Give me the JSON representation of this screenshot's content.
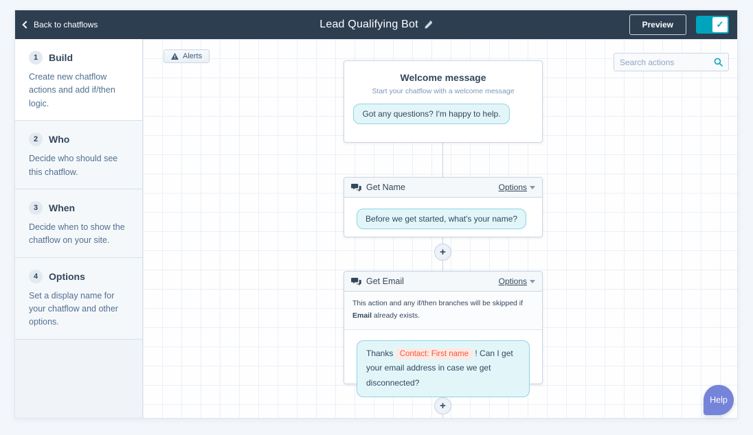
{
  "header": {
    "back_label": "Back to chatflows",
    "title": "Lead Qualifying Bot",
    "preview_label": "Preview",
    "toggle_state": "on"
  },
  "sidebar": {
    "steps": [
      {
        "number": "1",
        "title": "Build",
        "description": "Create new chatflow actions and add if/then logic."
      },
      {
        "number": "2",
        "title": "Who",
        "description": "Decide who should see this chatflow."
      },
      {
        "number": "3",
        "title": "When",
        "description": "Decide when to show the chatflow on your site."
      },
      {
        "number": "4",
        "title": "Options",
        "description": "Set a display name for your chatflow and other options."
      }
    ]
  },
  "canvas": {
    "alerts_label": "Alerts",
    "search_placeholder": "Search actions",
    "welcome_card": {
      "title": "Welcome message",
      "subtitle": "Start your chatflow with a welcome message",
      "message": "Got any questions? I'm happy to help."
    },
    "get_name_card": {
      "title": "Get Name",
      "options_label": "Options",
      "message": "Before we get started, what's your name?"
    },
    "get_email_card": {
      "title": "Get Email",
      "options_label": "Options",
      "note_prefix": "This action and any if/then branches will be skipped if ",
      "note_bold": "Email",
      "note_suffix": " already exists.",
      "message_prefix": "Thanks ",
      "token": "Contact: First name",
      "message_suffix": " ! Can I get your email address in case we get disconnected?"
    },
    "plus_label": "+"
  },
  "help": {
    "label": "Help"
  },
  "colors": {
    "header_bg": "#2d3e50",
    "accent_teal": "#00a4bd",
    "dark_text": "#33475b",
    "muted_text": "#516f90",
    "bubble_bg": "#e2f6fa",
    "bubble_border": "#8fd3e2",
    "token_text": "#f4583f",
    "token_bg": "#ffe9e3",
    "help_purple": "#7583d9"
  }
}
